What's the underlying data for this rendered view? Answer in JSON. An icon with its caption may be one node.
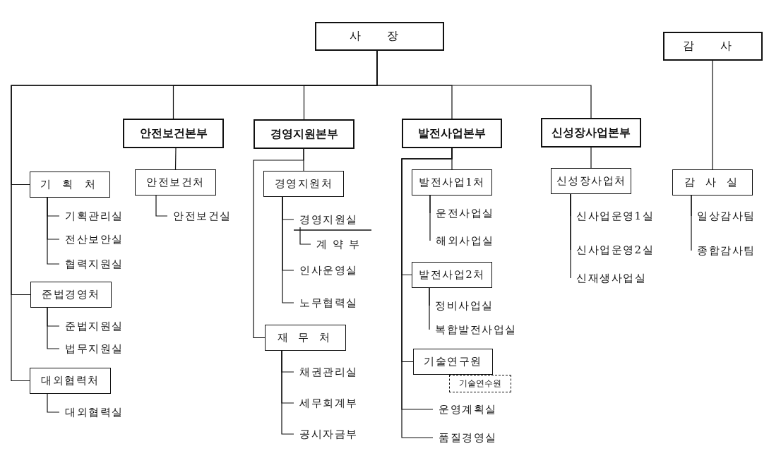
{
  "diagram": {
    "nodes": [
      {
        "text": [
          "사 장"
        ]
      },
      {
        "text": [
          "감 사"
        ]
      },
      {
        "text": [
          "안전보건본부"
        ]
      },
      {
        "text": [
          "경영지원본부"
        ]
      },
      {
        "text": [
          "발전사업본부"
        ]
      },
      {
        "text": [
          "신성장사업본부"
        ]
      },
      {
        "text": [
          "기 획 처"
        ]
      },
      {
        "text": [
          "기획관리실"
        ]
      },
      {
        "text": [
          "전산보안실"
        ]
      },
      {
        "text": [
          "협력지원실"
        ]
      },
      {
        "text": [
          "준법경영처"
        ]
      },
      {
        "text": [
          "준법지원실"
        ]
      },
      {
        "text": [
          "법무지원실"
        ]
      },
      {
        "text": [
          "대외협력처"
        ]
      },
      {
        "text": [
          "대외협력실"
        ]
      },
      {
        "text": [
          "안전보건처"
        ]
      },
      {
        "text": [
          "안전보건실"
        ]
      },
      {
        "text": [
          "경영지원처"
        ]
      },
      {
        "text": [
          "경영지원실"
        ]
      },
      {
        "text": [
          "계 약 부"
        ]
      },
      {
        "text": [
          "인사운영실"
        ]
      },
      {
        "text": [
          "노무협력실"
        ]
      },
      {
        "text": [
          "재 무 처"
        ]
      },
      {
        "text": [
          "채권관리실"
        ]
      },
      {
        "text": [
          "세무회계부"
        ]
      },
      {
        "text": [
          "공시자금부"
        ]
      },
      {
        "text": [
          "발전사업1처"
        ]
      },
      {
        "text": [
          "운전사업실"
        ]
      },
      {
        "text": [
          "해외사업실"
        ]
      },
      {
        "text": [
          "발전사업2처"
        ]
      },
      {
        "text": [
          "정비사업실"
        ]
      },
      {
        "text": [
          "복합발전사업실"
        ]
      },
      {
        "text": [
          "기술연구원"
        ]
      },
      {
        "text": [
          "기술연수원"
        ]
      },
      {
        "text": [
          "운영계획실"
        ]
      },
      {
        "text": [
          "품질경영실"
        ]
      },
      {
        "text": [
          "신성장사업처"
        ]
      },
      {
        "text": [
          "신사업운영1실"
        ]
      },
      {
        "text": [
          "신사업운영2실"
        ]
      },
      {
        "text": [
          "신재생사업실"
        ]
      },
      {
        "text": [
          "감 사 실"
        ]
      },
      {
        "text": [
          "일상감사팀"
        ]
      },
      {
        "text": [
          "종합감사팀"
        ]
      }
    ],
    "edges": [
      {
        "from": 0,
        "to": 2,
        "arrow": "none"
      },
      {
        "from": 0,
        "to": 3,
        "arrow": "none"
      },
      {
        "from": 0,
        "to": 4,
        "arrow": "none"
      },
      {
        "from": 0,
        "to": 5,
        "arrow": "none"
      },
      {
        "from": 0,
        "to": 6,
        "arrow": "none"
      },
      {
        "from": 0,
        "to": 10,
        "arrow": "none"
      },
      {
        "from": 0,
        "to": 13,
        "arrow": "none"
      },
      {
        "from": 1,
        "to": 40,
        "arrow": "none"
      },
      {
        "from": 6,
        "to": 7,
        "arrow": "none"
      },
      {
        "from": 6,
        "to": 8,
        "arrow": "none"
      },
      {
        "from": 6,
        "to": 9,
        "arrow": "none"
      },
      {
        "from": 10,
        "to": 11,
        "arrow": "none"
      },
      {
        "from": 10,
        "to": 12,
        "arrow": "none"
      },
      {
        "from": 13,
        "to": 14,
        "arrow": "none"
      },
      {
        "from": 2,
        "to": 15,
        "arrow": "none"
      },
      {
        "from": 15,
        "to": 16,
        "arrow": "none"
      },
      {
        "from": 3,
        "to": 17,
        "arrow": "none"
      },
      {
        "from": 3,
        "to": 22,
        "arrow": "none"
      },
      {
        "from": 17,
        "to": 18,
        "arrow": "none"
      },
      {
        "from": 18,
        "to": 19,
        "arrow": "none"
      },
      {
        "from": 17,
        "to": 20,
        "arrow": "none"
      },
      {
        "from": 17,
        "to": 21,
        "arrow": "none"
      },
      {
        "from": 22,
        "to": 23,
        "arrow": "none"
      },
      {
        "from": 22,
        "to": 24,
        "arrow": "none"
      },
      {
        "from": 22,
        "to": 25,
        "arrow": "none"
      },
      {
        "from": 4,
        "to": 26,
        "arrow": "none"
      },
      {
        "from": 26,
        "to": 27,
        "arrow": "none"
      },
      {
        "from": 26,
        "to": 28,
        "arrow": "none"
      },
      {
        "from": 4,
        "to": 29,
        "arrow": "none"
      },
      {
        "from": 29,
        "to": 30,
        "arrow": "none"
      },
      {
        "from": 29,
        "to": 31,
        "arrow": "none"
      },
      {
        "from": 4,
        "to": 32,
        "arrow": "none"
      },
      {
        "from": 4,
        "to": 34,
        "arrow": "none"
      },
      {
        "from": 4,
        "to": 35,
        "arrow": "none"
      },
      {
        "from": 5,
        "to": 36,
        "arrow": "none"
      },
      {
        "from": 36,
        "to": 37,
        "arrow": "none"
      },
      {
        "from": 36,
        "to": 38,
        "arrow": "none"
      },
      {
        "from": 36,
        "to": 39,
        "arrow": "none"
      },
      {
        "from": 40,
        "to": 41,
        "arrow": "none"
      },
      {
        "from": 40,
        "to": 42,
        "arrow": "none"
      }
    ]
  }
}
